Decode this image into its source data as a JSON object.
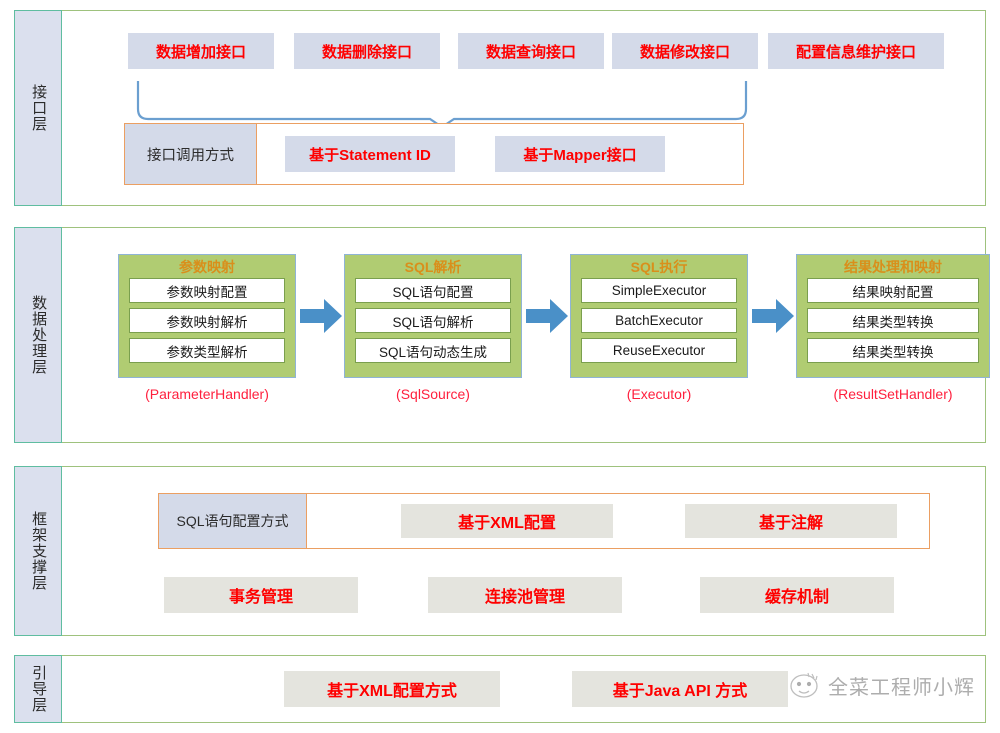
{
  "colors": {
    "layer_border": "#9ec27d",
    "label_fill": "#dbe0ee",
    "label_border": "#5fbda0",
    "chip_blue": "#d4dae9",
    "chip_gray": "#e4e4de",
    "chip_text_red": "#ff0000",
    "green_box": "#b0cc72",
    "green_title_orange": "#d98f1b",
    "caption_red": "#ff1f3d",
    "orange_border": "#eb9f62",
    "arrow_blue": "#4a90c8",
    "brace_blue": "#6b9fd0"
  },
  "layers": {
    "interface": {
      "label": "接口层",
      "interfaces": [
        "数据增加接口",
        "数据删除接口",
        "数据查询接口",
        "数据修改接口",
        "配置信息维护接口"
      ],
      "call_box": {
        "label": "接口调用方式",
        "options": [
          "基于Statement ID",
          "基于Mapper接口"
        ]
      }
    },
    "data_processing": {
      "label": "数据处理层",
      "columns": [
        {
          "title": "参数映射",
          "items": [
            "参数映射配置",
            "参数映射解析",
            "参数类型解析"
          ],
          "caption": "(ParameterHandler)"
        },
        {
          "title": "SQL解析",
          "items": [
            "SQL语句配置",
            "SQL语句解析",
            "SQL语句动态生成"
          ],
          "caption": "(SqlSource)"
        },
        {
          "title": "SQL执行",
          "items": [
            "SimpleExecutor",
            "BatchExecutor",
            "ReuseExecutor"
          ],
          "caption": "(Executor)"
        },
        {
          "title": "结果处理和映射",
          "items": [
            "结果映射配置",
            "结果类型转换",
            "结果类型转换"
          ],
          "caption": "(ResultSetHandler)"
        }
      ]
    },
    "framework_support": {
      "label": "框架支撑层",
      "sql_config": {
        "label": "SQL语句配置方式",
        "options": [
          "基于XML配置",
          "基于注解"
        ]
      },
      "features": [
        "事务管理",
        "连接池管理",
        "缓存机制"
      ]
    },
    "bootstrap": {
      "label": "引导层",
      "options": [
        "基于XML配置方式",
        "基于Java API 方式"
      ]
    }
  },
  "watermark": {
    "icon": "smiley-face-icon",
    "text": "全菜工程师小辉"
  }
}
